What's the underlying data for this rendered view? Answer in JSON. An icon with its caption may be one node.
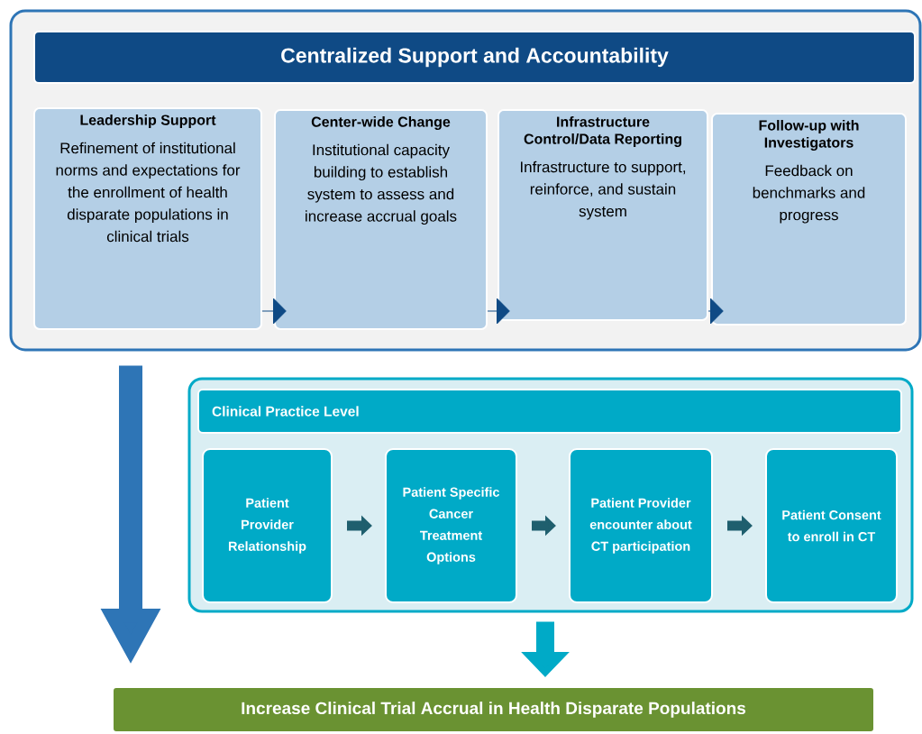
{
  "diagram": {
    "nodes": [
      {
        "text": [],
        "shape": "box"
      },
      {
        "text": [
          "Centralized Support and Accountability"
        ],
        "in": 0
      },
      {
        "text": [
          "Leadership Support",
          "Refinement of institutional norms and expectations for the enrollment of health disparate populations in clinical trials"
        ],
        "in": 0
      },
      {
        "text": [
          "Center-wide Change",
          "Institutional capacity building to establish system to assess and increase accrual goals"
        ],
        "in": 0
      },
      {
        "text": [
          "Infrastructure Control/Data Reporting",
          "Infrastructure to support, reinforce, and sustain system"
        ],
        "in": 0
      },
      {
        "text": [
          "Follow-up with Investigators",
          "Feedback on benchmarks and progress"
        ],
        "in": 0
      },
      {
        "text": [],
        "shape": "box"
      },
      {
        "text": [
          "Clinical Practice Level"
        ],
        "in": 6
      },
      {
        "text": [
          "Patient Provider Relationship"
        ],
        "in": 6
      },
      {
        "text": [
          "Patient Specific Cancer Treatment Options"
        ],
        "in": 6
      },
      {
        "text": [
          "Patient Provider encounter about CT participation"
        ],
        "in": 6
      },
      {
        "text": [
          "Patient Consent to enroll in CT"
        ],
        "in": 6
      },
      {
        "text": [
          "Increase Clinical Trial Accrual in Health Disparate Populations"
        ]
      }
    ],
    "edges": [
      {
        "from": 2,
        "to": 3,
        "arrow": "to"
      },
      {
        "from": 3,
        "to": 4,
        "arrow": "to"
      },
      {
        "from": 4,
        "to": 5,
        "arrow": "to"
      },
      {
        "from": 8,
        "to": 9,
        "arrow": "to"
      },
      {
        "from": 9,
        "to": 10,
        "arrow": "to"
      },
      {
        "from": 10,
        "to": 11,
        "arrow": "to"
      },
      {
        "from": 0,
        "to": 12,
        "arrow": "to",
        "style": "thick",
        "color": "#2e75b6"
      },
      {
        "from": 6,
        "to": 12,
        "arrow": "to",
        "style": "thick",
        "color": "#00aac7"
      }
    ]
  }
}
